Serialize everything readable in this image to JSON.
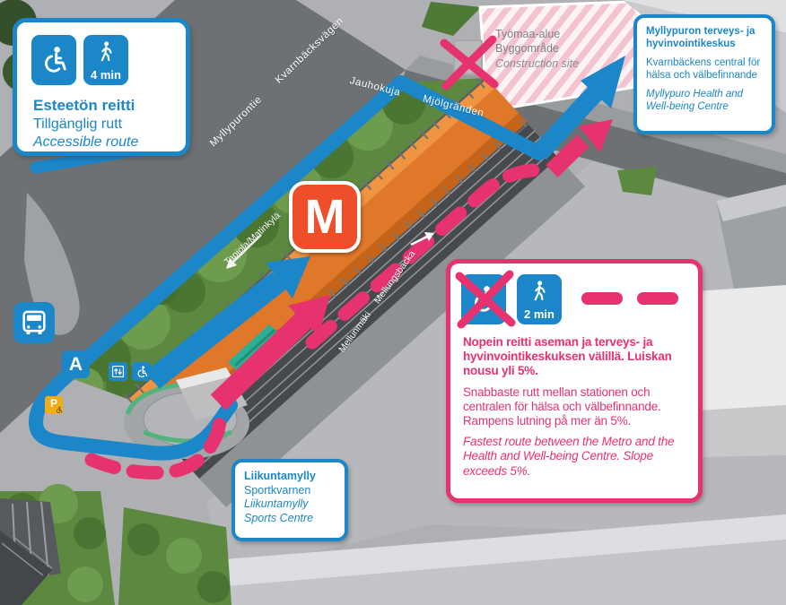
{
  "colors": {
    "route_blue": "#1b86c8",
    "route_pink": "#e6336f",
    "metro_orange": "#ef4e2b",
    "construction_stripe": "#f5c6d2",
    "parking_yellow": "#f3ab19"
  },
  "legend_accessible": {
    "walk_time": "4 min",
    "line1": "Esteetön reitti",
    "line2": "Tillgänglig rutt",
    "line3": "Accessible route"
  },
  "legend_fastest": {
    "walk_time": "2 min",
    "line1": "Nopein reitti aseman ja terveys- ja hyvinvointikeskuksen välillä. Luiskan nousu yli 5%.",
    "line2": "Snabbaste rutt mellan stationen och centralen för hälsa och välbefinnande. Rampens lutning på mer än 5%.",
    "line3": "Fastest route between the Metro and the Health and Well-being Centre. Slope exceeds 5%."
  },
  "health_centre": {
    "line1": "Myllypuron terveys- ja hyvinvointikeskus",
    "line2": "Kvarnbäckens central för hälsa och välbefinnande",
    "line3": "Myllypuro Health and Well-being Centre"
  },
  "sports_centre": {
    "line1": "Liikuntamylly",
    "line2": "Sportkvarnen",
    "line3": "Liikuntamylly Sports Centre"
  },
  "construction": {
    "line1": "Työmaa-alue",
    "line2": "Byggområde",
    "line3": "Construction site"
  },
  "streets": {
    "street1_fi": "Myllypurontie",
    "street1_sv": "Kvarnbäcksvägen",
    "street2_fi": "Jauhokuja",
    "street2_sv": "Mjölgränden"
  },
  "directions": {
    "west": "Tapiola/Matinkylä",
    "east_fi": "Mellunmäki",
    "east_sv": "Mellungsbacka"
  },
  "markers": {
    "metro": "M",
    "entrance": "A",
    "parking": "P"
  }
}
